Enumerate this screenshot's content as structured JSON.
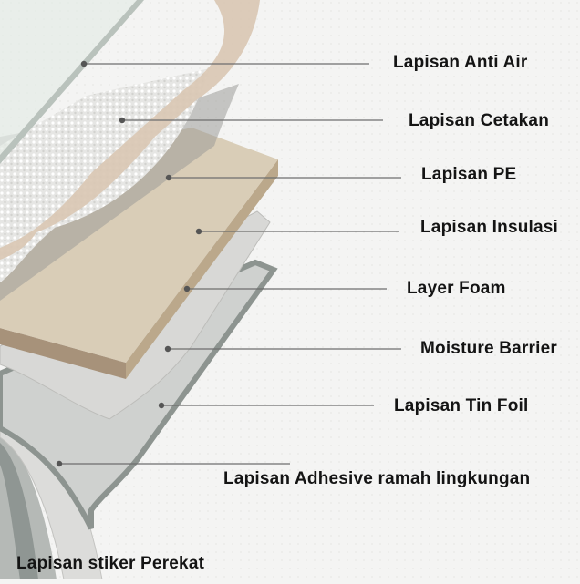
{
  "layers": [
    {
      "id": "anti-air",
      "label": "Lapisan Anti Air"
    },
    {
      "id": "cetakan",
      "label": "Lapisan Cetakan"
    },
    {
      "id": "pe",
      "label": "Lapisan PE"
    },
    {
      "id": "insulasi",
      "label": "Lapisan Insulasi"
    },
    {
      "id": "foam",
      "label": "Layer Foam"
    },
    {
      "id": "moisture",
      "label": "Moisture Barrier"
    },
    {
      "id": "tin-foil",
      "label": "Lapisan Tin Foil"
    },
    {
      "id": "adhesive",
      "label": "Lapisan Adhesive ramah lingkungan"
    }
  ],
  "bottom_label": "Lapisan stiker Perekat",
  "colors": {
    "background": "#f4f4f3",
    "foam_top": "#d9cdb7",
    "foam_edge": "#bba88b",
    "foam_side": "#a7927a",
    "grey_sheet": "#9c9c99",
    "tin_foil": "#8d9490",
    "leader_line": "#6e6e6e",
    "text": "#141414"
  }
}
